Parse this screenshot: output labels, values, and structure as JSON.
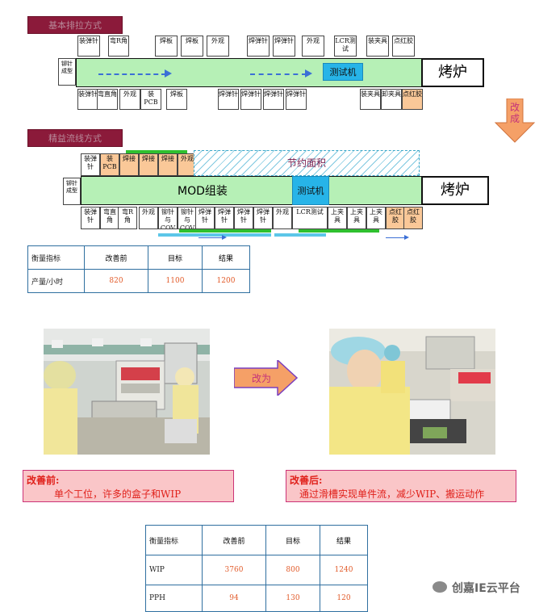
{
  "section1": {
    "tag": "基本排拉方式",
    "left_label": "铆针成型",
    "tester": "测试机",
    "oven": "烤炉",
    "top_stations": [
      "装弹针",
      "弯R角",
      "焊板",
      "焊板",
      "外观",
      "焊弹针",
      "焊弹针",
      "外观",
      "LCR测试",
      "装夹具",
      "点红胶"
    ],
    "bottom_stations": [
      "装弹针",
      "弯直角",
      "外观",
      "装PCB",
      "焊板",
      "焊弹针",
      "焊弹针",
      "焊弹针",
      "焊弹针",
      "装夹具",
      "卸夹具",
      "点红胶"
    ]
  },
  "transition1": "改成",
  "section2": {
    "tag": "精益流线方式",
    "left_label": "铆针成型",
    "saved_area": "节约面积",
    "assembly": "MOD组装",
    "tester": "测试机",
    "oven": "烤炉",
    "top_stations": [
      "装弹针",
      "装PCB",
      "焊接",
      "焊接",
      "焊接",
      "外观"
    ],
    "bottom_stations": [
      "装弹针",
      "弯直角",
      "弯R角",
      "外观",
      "铆针与COV",
      "铆针与COV",
      "焊弹针",
      "焊弹针",
      "焊弹针",
      "焊弹针",
      "外观",
      "LCR测试",
      "上夹具",
      "上夹具",
      "上夹具",
      "点红胶",
      "点红胶"
    ]
  },
  "table1": {
    "headers": [
      "衡量指标",
      "改善前",
      "目标",
      "结果"
    ],
    "row_label": "产量/小时",
    "values": [
      "820",
      "1100",
      "1200"
    ]
  },
  "arrow_label": "改为",
  "caption_before": {
    "title": "改善前:",
    "text": "单个工位，许多的盒子和WIP"
  },
  "caption_after": {
    "title": "改善后:",
    "text": "通过滑槽实现单件流，减少WIP、搬运动作"
  },
  "table2": {
    "headers": [
      "衡量指标",
      "改善前",
      "目标",
      "结果"
    ],
    "rows": [
      {
        "label": "WIP",
        "values": [
          "3760",
          "800",
          "1240"
        ]
      },
      {
        "label": "PPH",
        "values": [
          "94",
          "130",
          "120"
        ]
      }
    ]
  },
  "watermark": "创嘉IE云平台",
  "colors": {
    "tag_bg": "#8b1a3a",
    "line_green": "#b6f0b6",
    "tester_blue": "#27b4e8",
    "orange_cell": "#fac898",
    "value_red": "#e25b2a",
    "caption_bg": "#fac6c8"
  }
}
